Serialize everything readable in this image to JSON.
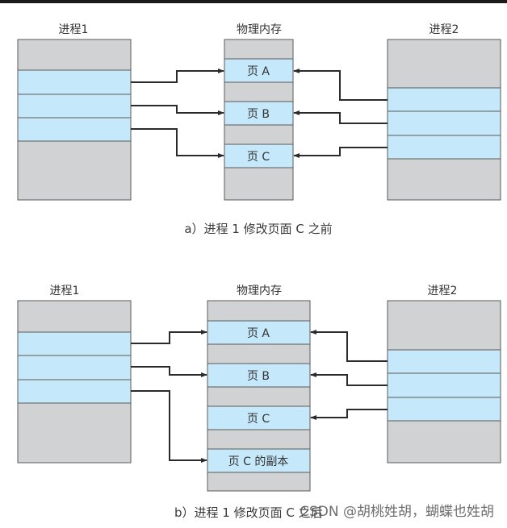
{
  "colors": {
    "mapped_page_fill": "#c5e8fa",
    "unmapped_page_fill": "#d1d2d4",
    "border": "#5a5a5a",
    "arrow": "#2b2b2b",
    "top_bar": "#1b1b1b"
  },
  "panels": [
    {
      "id": "a",
      "caption": "a）进程 1 修改页面 C 之前",
      "process1": {
        "title": "进程1"
      },
      "memory": {
        "title": "物理内存",
        "pages": [
          "页 A",
          "页 B",
          "页 C"
        ]
      },
      "process2": {
        "title": "进程2"
      },
      "mappings": {
        "process1": [
          "页 A",
          "页 B",
          "页 C"
        ],
        "process2": [
          "页 A",
          "页 B",
          "页 C"
        ]
      }
    },
    {
      "id": "b",
      "caption": "b）进程 1 修改页面 C 之后",
      "process1": {
        "title": "进程1"
      },
      "memory": {
        "title": "物理内存",
        "pages": [
          "页 A",
          "页 B",
          "页 C",
          "页 C 的副本"
        ]
      },
      "process2": {
        "title": "进程2"
      },
      "mappings": {
        "process1": [
          "页 A",
          "页 B",
          "页 C 的副本"
        ],
        "process2": [
          "页 A",
          "页 B",
          "页 C"
        ]
      }
    }
  ],
  "watermark": "CSDN @胡桃姓胡，蝴蝶也姓胡"
}
